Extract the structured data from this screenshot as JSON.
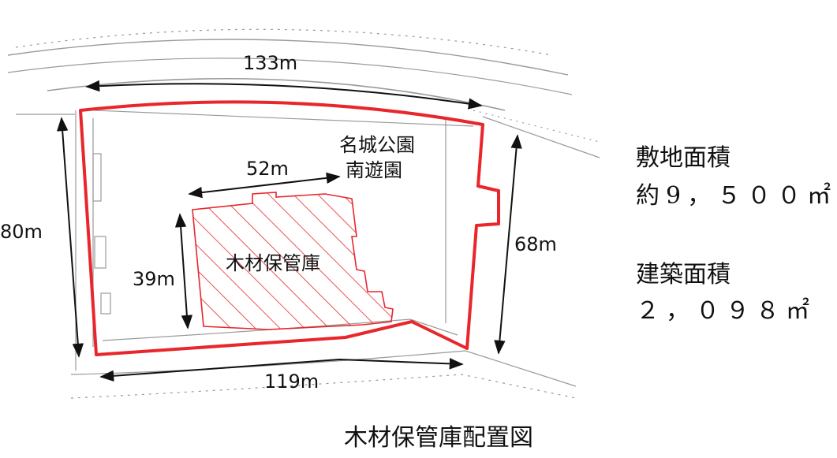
{
  "map": {
    "park_label_line1": "名城公園",
    "park_label_line2": "南遊園",
    "building_label": "木材保管庫",
    "dimensions": {
      "top": "133m",
      "left": "80m",
      "right": "68m",
      "bottom": "119m",
      "building_width": "52m",
      "building_depth": "39m"
    }
  },
  "info": {
    "site_area_label": "敷地面積",
    "site_area_value": "約9，５００㎡",
    "building_area_label": "建築面積",
    "building_area_value": "２，０９８㎡"
  },
  "caption": "木材保管庫配置図",
  "colors": {
    "boundary": "#e8262b",
    "hatch": "#e8262b",
    "arrow": "#111111",
    "map_lines": "#9a9a9a"
  },
  "icons": {
    "north_arrow": "none"
  }
}
